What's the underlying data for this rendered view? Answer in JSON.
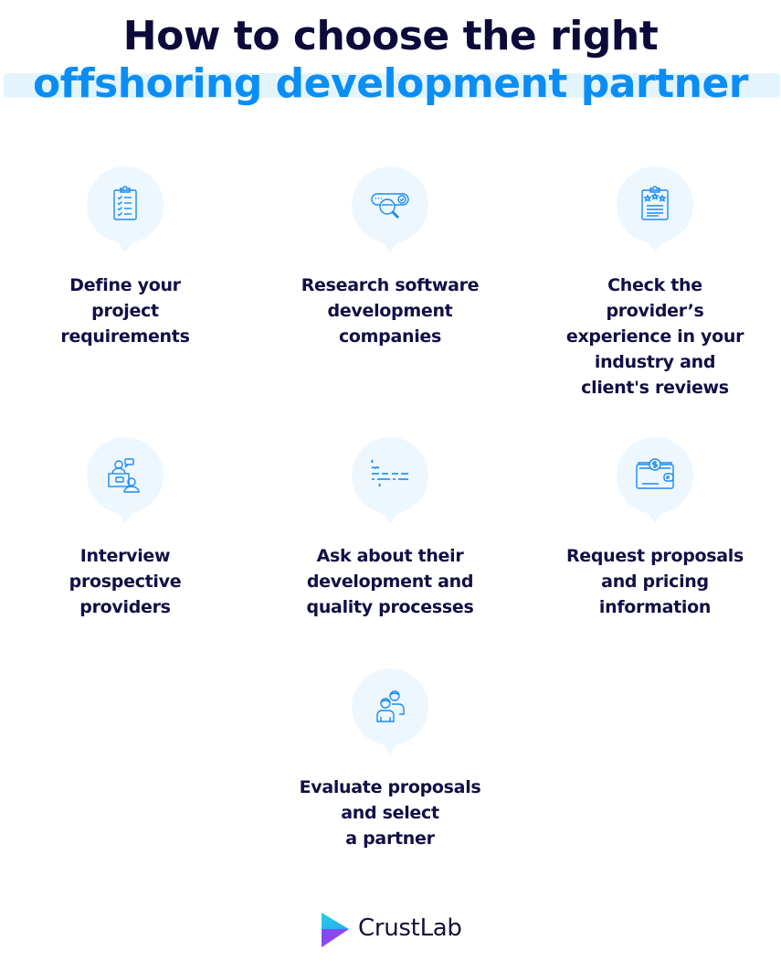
{
  "header": {
    "title_line1": "How to choose the right",
    "title_line2": "offshoring development partner"
  },
  "colors": {
    "title_dark": "#0d0a3b",
    "accent_blue": "#0a8ef5",
    "highlight_band": "#e3f4fd",
    "bubble_bg": "#eef7fd",
    "label_text": "#120f45"
  },
  "steps": [
    {
      "icon": "clipboard-checklist-icon",
      "label": "Define your project requirements",
      "lines": [
        "Define your",
        "project",
        "requirements"
      ]
    },
    {
      "icon": "search-magnifier-icon",
      "label": "Research software development companies",
      "lines": [
        "Research software",
        "development",
        "companies"
      ]
    },
    {
      "icon": "clipboard-stars-icon",
      "label": "Check the provider’s experience in your industry and client's reviews",
      "lines": [
        "Check the",
        "provider’s",
        "experience in your",
        "industry and",
        "client's reviews"
      ]
    },
    {
      "icon": "interview-people-icon",
      "label": "Interview prospective providers",
      "lines": [
        "Interview",
        "prospective",
        "providers"
      ]
    },
    {
      "icon": "code-icon",
      "label": "Ask about their development and quality processes",
      "lines": [
        "Ask about their",
        "development and",
        "quality processes"
      ]
    },
    {
      "icon": "wallet-dollar-icon",
      "label": "Request proposals and pricing information",
      "lines": [
        "Request proposals",
        "and pricing",
        "information"
      ]
    },
    {
      "icon": "two-people-icon",
      "label": "Evaluate proposals and select a partner",
      "lines": [
        "Evaluate proposals",
        "and select",
        "a partner"
      ]
    }
  ],
  "footer": {
    "logo_text": "CrustLab"
  }
}
